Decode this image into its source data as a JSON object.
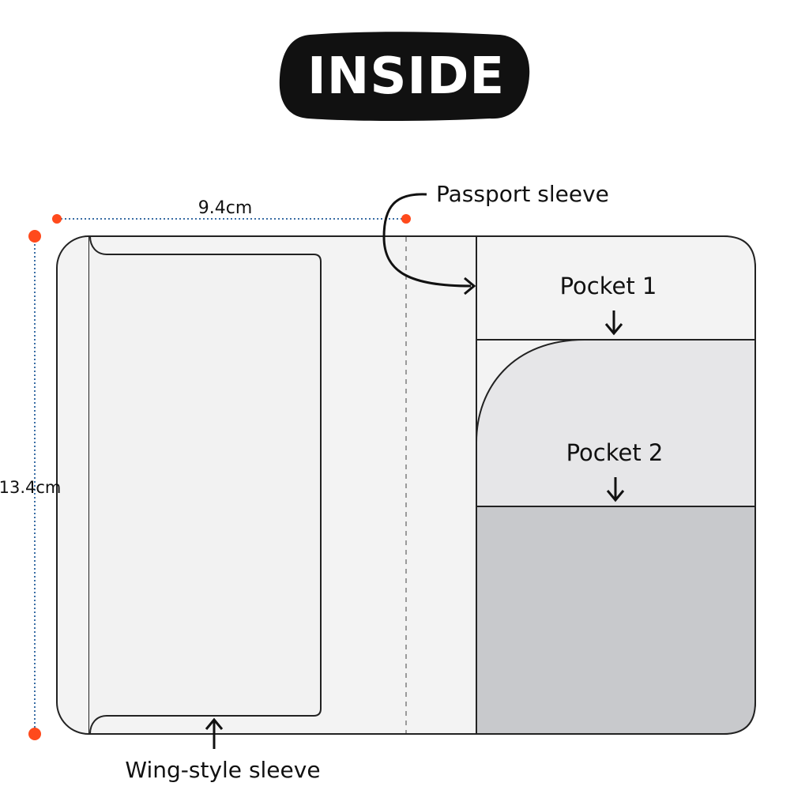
{
  "title": "INSIDE",
  "dimensions": {
    "width_label": "9.4cm",
    "height_label": "13.4cm"
  },
  "callouts": {
    "passport_sleeve": "Passport sleeve",
    "pocket_1": "Pocket 1",
    "pocket_2": "Pocket 2",
    "wing_sleeve": "Wing-style sleeve"
  },
  "colors": {
    "outline": "#222222",
    "panel_fill": "#f3f3f3",
    "sleeve_fill": "#f2f2f2",
    "pocket1_fill": "#e6e6e8",
    "pocket2_fill": "#c8c9cc",
    "dimension_dot": "#ff4a1c",
    "dimension_line": "#3a6ea5",
    "title_bg": "#111111"
  }
}
